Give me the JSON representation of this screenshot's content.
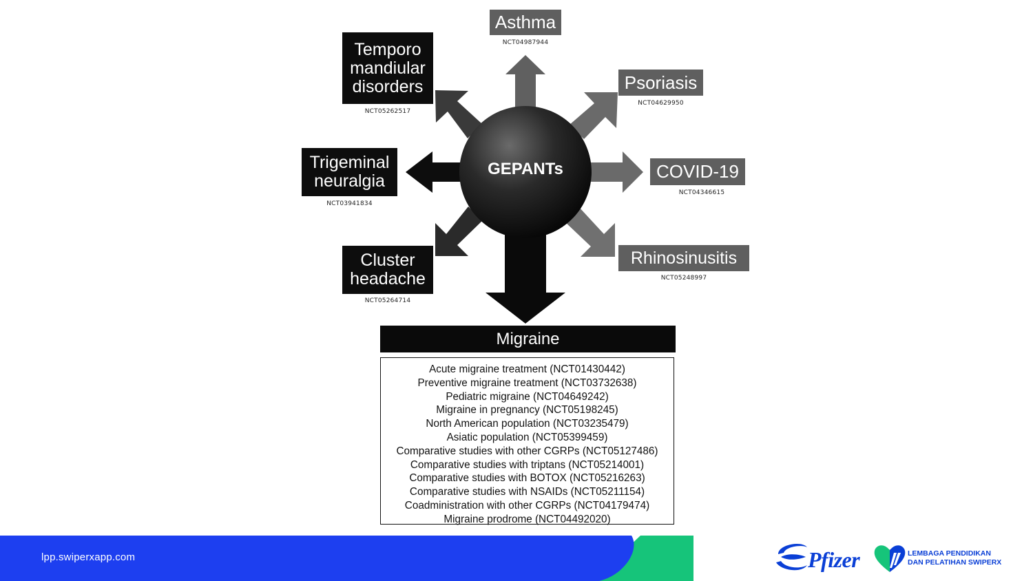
{
  "center": {
    "label": "GEPANTs"
  },
  "nodes": {
    "asthma": {
      "lines": [
        "Asthma"
      ],
      "nct": "NCT04987944"
    },
    "temporo": {
      "lines": [
        "Temporo",
        "mandiular",
        "disorders"
      ],
      "nct": "NCT05262517"
    },
    "psoriasis": {
      "lines": [
        "Psoriasis"
      ],
      "nct": "NCT04629950"
    },
    "trigeminal": {
      "lines": [
        "Trigeminal",
        "neuralgia"
      ],
      "nct": "NCT03941834"
    },
    "covid": {
      "lines": [
        "COVID-19"
      ],
      "nct": "NCT04346615"
    },
    "cluster": {
      "lines": [
        "Cluster",
        "headache"
      ],
      "nct": "NCT05264714"
    },
    "rhinosinusitis": {
      "lines": [
        "Rhinosinusitis"
      ],
      "nct": "NCT05248997"
    }
  },
  "migraine": {
    "title": "Migraine",
    "items": [
      "Acute migraine treatment (NCT01430442)",
      "Preventive migraine treatment (NCT03732638)",
      "Pediatric migraine (NCT04649242)",
      "Migraine in pregnancy (NCT05198245)",
      "North American population (NCT03235479)",
      "Asiatic population (NCT05399459)",
      "Comparative studies with other CGRPs (NCT05127486)",
      "Comparative studies with triptans (NCT05214001)",
      "Comparative studies with BOTOX (NCT05216263)",
      "Comparative studies with NSAIDs (NCT05211154)",
      "Coadministration with other CGRPs (NCT04179474)",
      "Migraine prodrome (NCT04492020)"
    ]
  },
  "footer": {
    "url": "lpp.swiperxapp.com",
    "pfizer": "Pfizer",
    "lpp_line1": "LEMBAGA PENDIDIKAN",
    "lpp_line2": "DAN PELATIHAN SWIPERX"
  },
  "colors": {
    "footer_blue": "#1d3ff0",
    "footer_green": "#16c47a",
    "brand_blue": "#0a3fd6",
    "box_black": "#0d0d0d",
    "box_gray": "#5f5f5f"
  }
}
